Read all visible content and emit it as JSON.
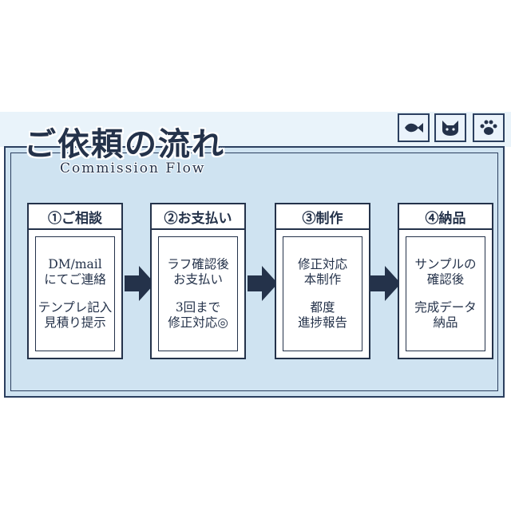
{
  "title": "ご依頼の流れ",
  "subtitle": "Commission Flow",
  "window_buttons": [
    {
      "icon": "fish-icon"
    },
    {
      "icon": "cat-face-icon"
    },
    {
      "icon": "paw-icon"
    }
  ],
  "steps": [
    {
      "label": "①ご相談",
      "lines_top": [
        "DM/mail",
        "にてご連絡"
      ],
      "lines_bottom": [
        "テンプレ記入",
        "見積り提示"
      ]
    },
    {
      "label": "②お支払い",
      "lines_top": [
        "ラフ確認後",
        "お支払い"
      ],
      "lines_bottom": [
        "3回まで",
        "修正対応◎"
      ]
    },
    {
      "label": "③制作",
      "lines_top": [
        "修正対応",
        "本制作"
      ],
      "lines_bottom": [
        "都度",
        "進捗報告"
      ]
    },
    {
      "label": "④納品",
      "lines_top": [
        "サンプルの",
        "確認後"
      ],
      "lines_bottom": [
        "完成データ",
        "納品"
      ]
    }
  ],
  "colors": {
    "navy": "#24324a",
    "panel": "#cfe3f1",
    "header": "#e9f3fa"
  }
}
